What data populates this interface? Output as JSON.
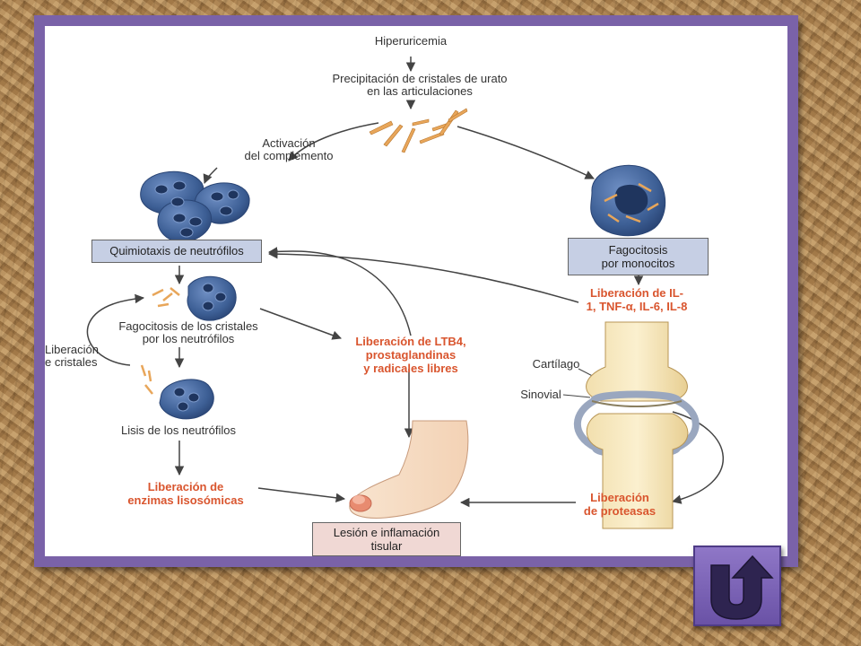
{
  "diagram": {
    "hyperuricemia": "Hiperuricemia",
    "precipitation": [
      "Precipitación de cristales de urato",
      "en las articulaciones"
    ],
    "complement": [
      "Activación",
      "del complemento"
    ],
    "chemotaxis": "Quimiotaxis de neutrófilos",
    "monocyte_phagocytosis": [
      "Fagocitosis",
      "por monocitos"
    ],
    "neutrophil_phagocytosis": [
      "Fagocitosis de los cristales",
      "por los neutrófilos"
    ],
    "crystal_release": [
      "Liberación",
      "e cristales"
    ],
    "ltb4_release": [
      "Liberación de LTB4,",
      "prostaglandinas",
      "y radicales libres"
    ],
    "il_release": [
      "Liberación de IL-",
      "1, TNF-α, IL-6, IL-8"
    ],
    "cartilage": "Cartílago",
    "synovial": "Sinovial",
    "neutrophil_lysis": "Lisis de los neutrófilos",
    "enzyme_release": [
      "Liberación de",
      "enzimas lisosómicas"
    ],
    "protease_release": [
      "Liberación",
      "de proteasas"
    ],
    "outcome": [
      "Lesión e inflamación",
      "tisular"
    ]
  },
  "colors": {
    "frame": "#7a62a8",
    "emphasis_text": "#d9552e",
    "cell_blue": "#3d5f95",
    "box_blue": "#c6cfe4",
    "box_pink": "#f0d8d4"
  },
  "navigation": {
    "back_icon": "u-turn-back-arrow-icon"
  }
}
